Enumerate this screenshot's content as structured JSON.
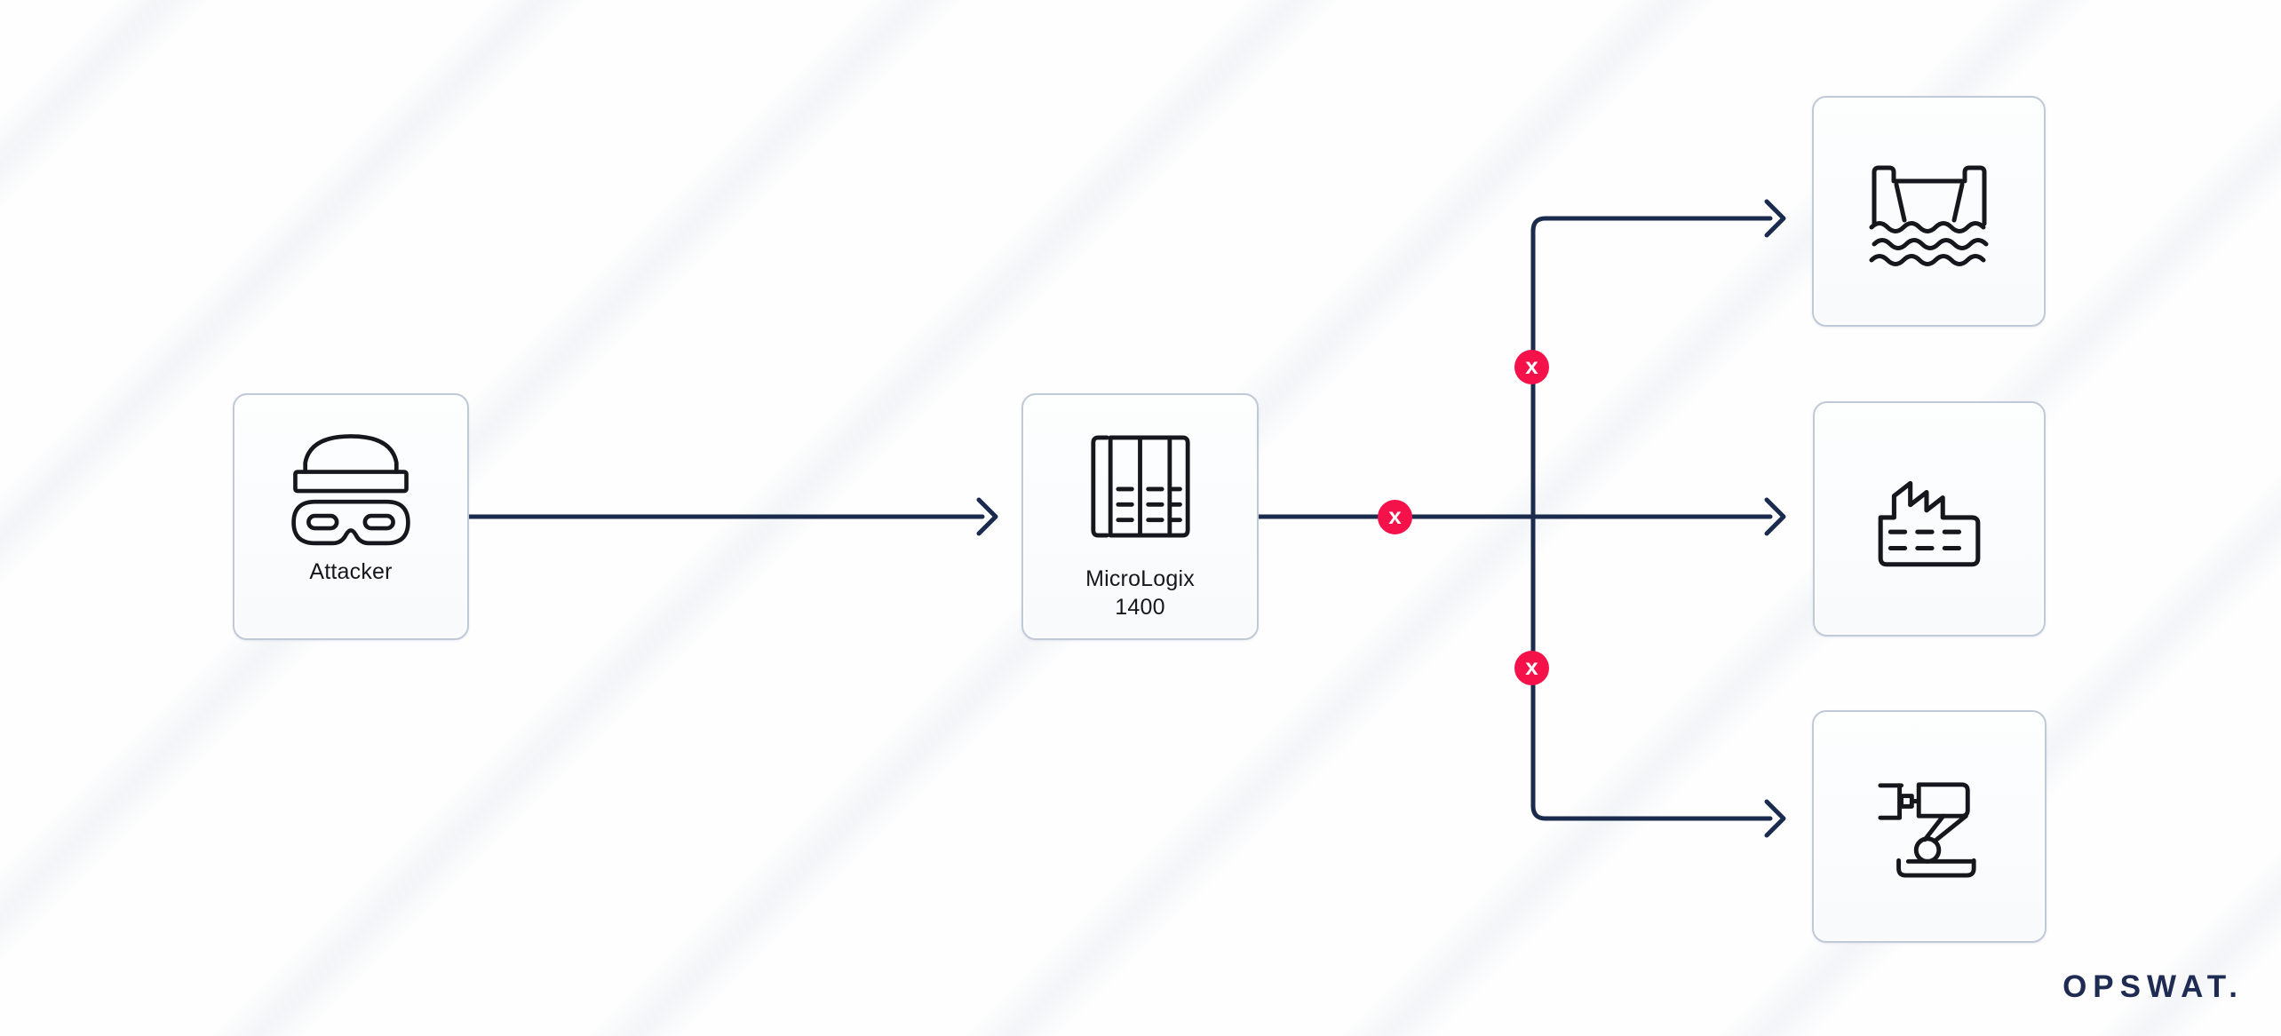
{
  "diagram": {
    "attacker": {
      "label": "Attacker",
      "icon": "burglar-mask-icon"
    },
    "plc": {
      "label_line1": "MicroLogix",
      "label_line2": "1400",
      "icon": "plc-controller-icon"
    },
    "targets": [
      {
        "id": "dam",
        "icon": "dam-water-icon"
      },
      {
        "id": "factory",
        "icon": "factory-icon"
      },
      {
        "id": "robot-arm",
        "icon": "robot-arm-icon"
      }
    ],
    "block_markers": [
      {
        "label": "x"
      },
      {
        "label": "x"
      },
      {
        "label": "x"
      }
    ],
    "colors": {
      "connector": "#1b2b4e",
      "block_marker": "#f5124a",
      "icon_stroke": "#16171c",
      "node_border": "#bfc9d7"
    }
  },
  "branding": {
    "logo_text": "OPSWAT."
  }
}
